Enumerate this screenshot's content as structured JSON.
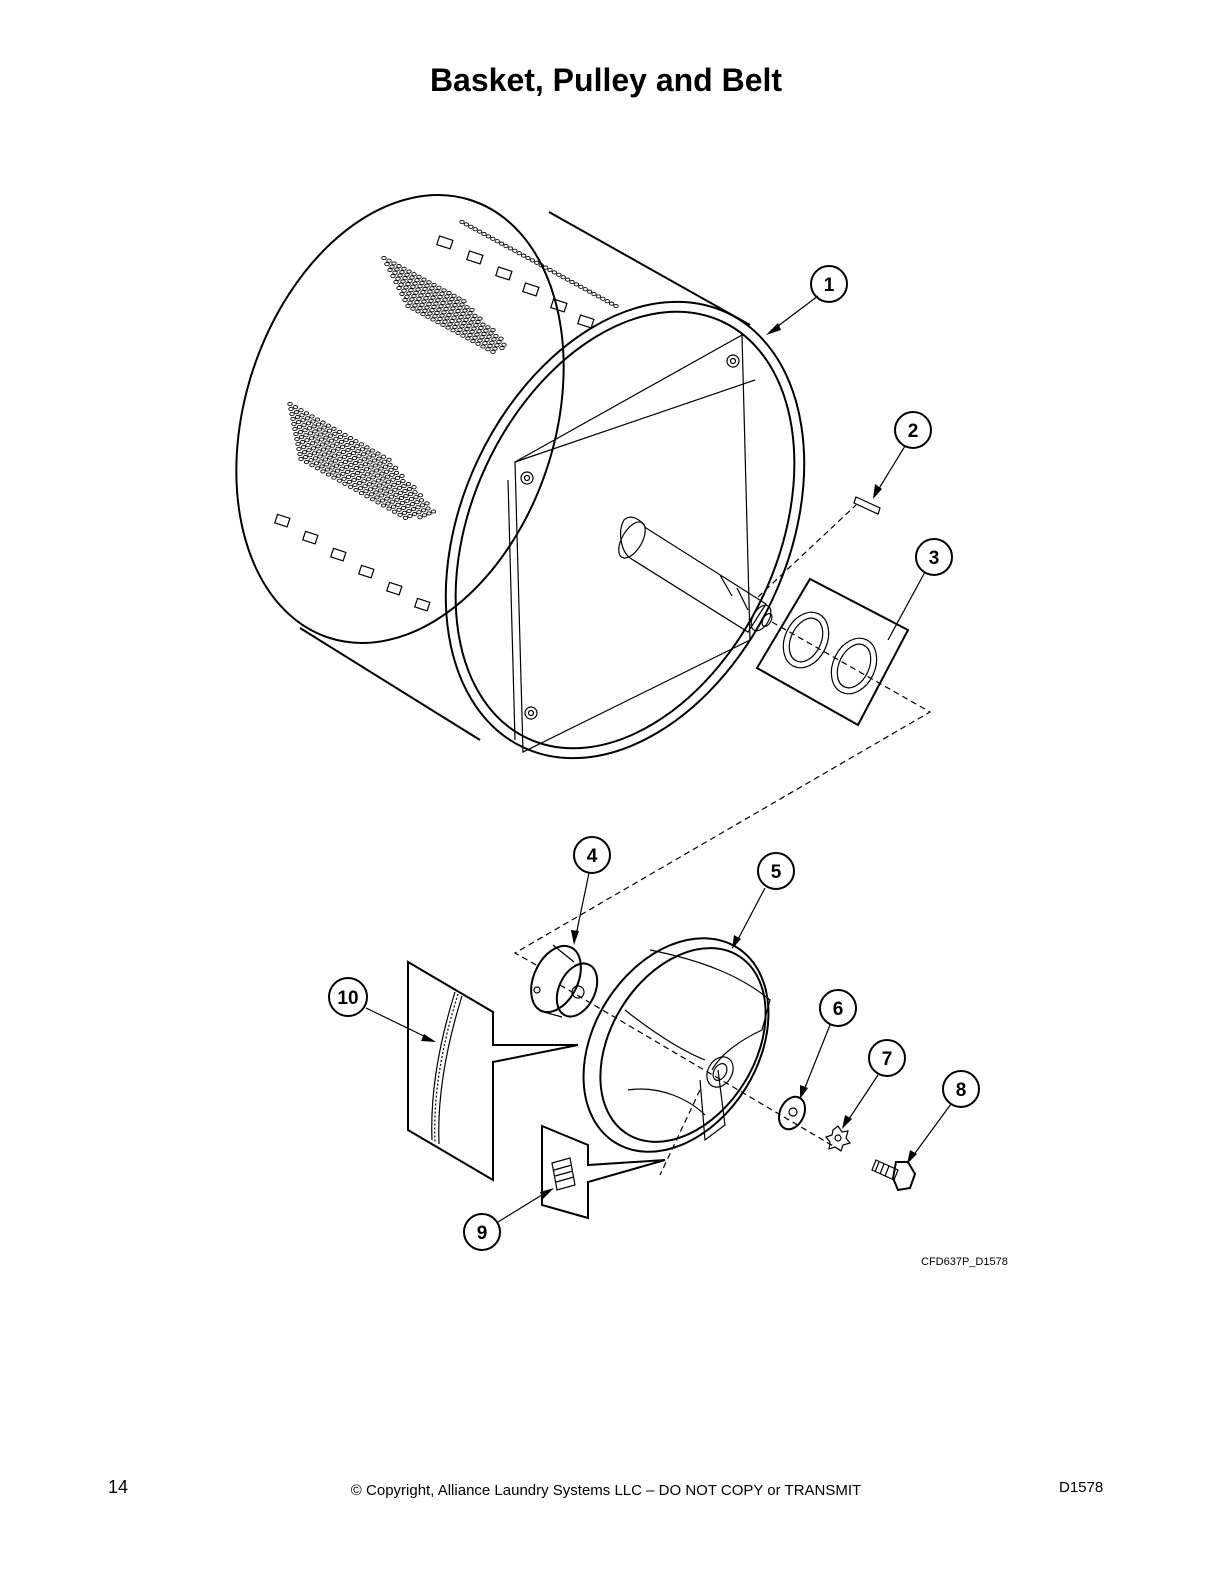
{
  "title": "Basket, Pulley and Belt",
  "drawing_code": "CFD637P_D1578",
  "footer": {
    "page_number": "14",
    "copyright": "© Copyright, Alliance Laundry Systems LLC – DO NOT COPY or TRANSMIT",
    "doc_id": "D1578"
  },
  "callouts": [
    "1",
    "2",
    "3",
    "4",
    "5",
    "6",
    "7",
    "8",
    "9",
    "10"
  ]
}
